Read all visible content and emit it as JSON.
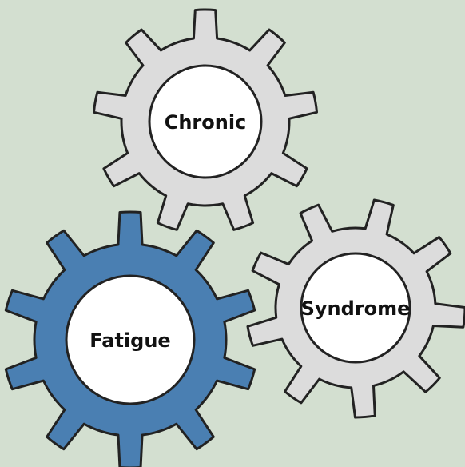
{
  "background_color": "#d3dfd0",
  "gears": [
    {
      "id": "chronic",
      "label": "Chronic",
      "fill": "#dcdcdc",
      "stroke": "#222222",
      "hub_fill": "#ffffff"
    },
    {
      "id": "syndrome",
      "label": "Syndrome",
      "fill": "#dcdcdc",
      "stroke": "#222222",
      "hub_fill": "#ffffff"
    },
    {
      "id": "fatigue",
      "label": "Fatigue",
      "fill": "#4a7fb2",
      "stroke": "#222222",
      "hub_fill": "#ffffff"
    }
  ]
}
